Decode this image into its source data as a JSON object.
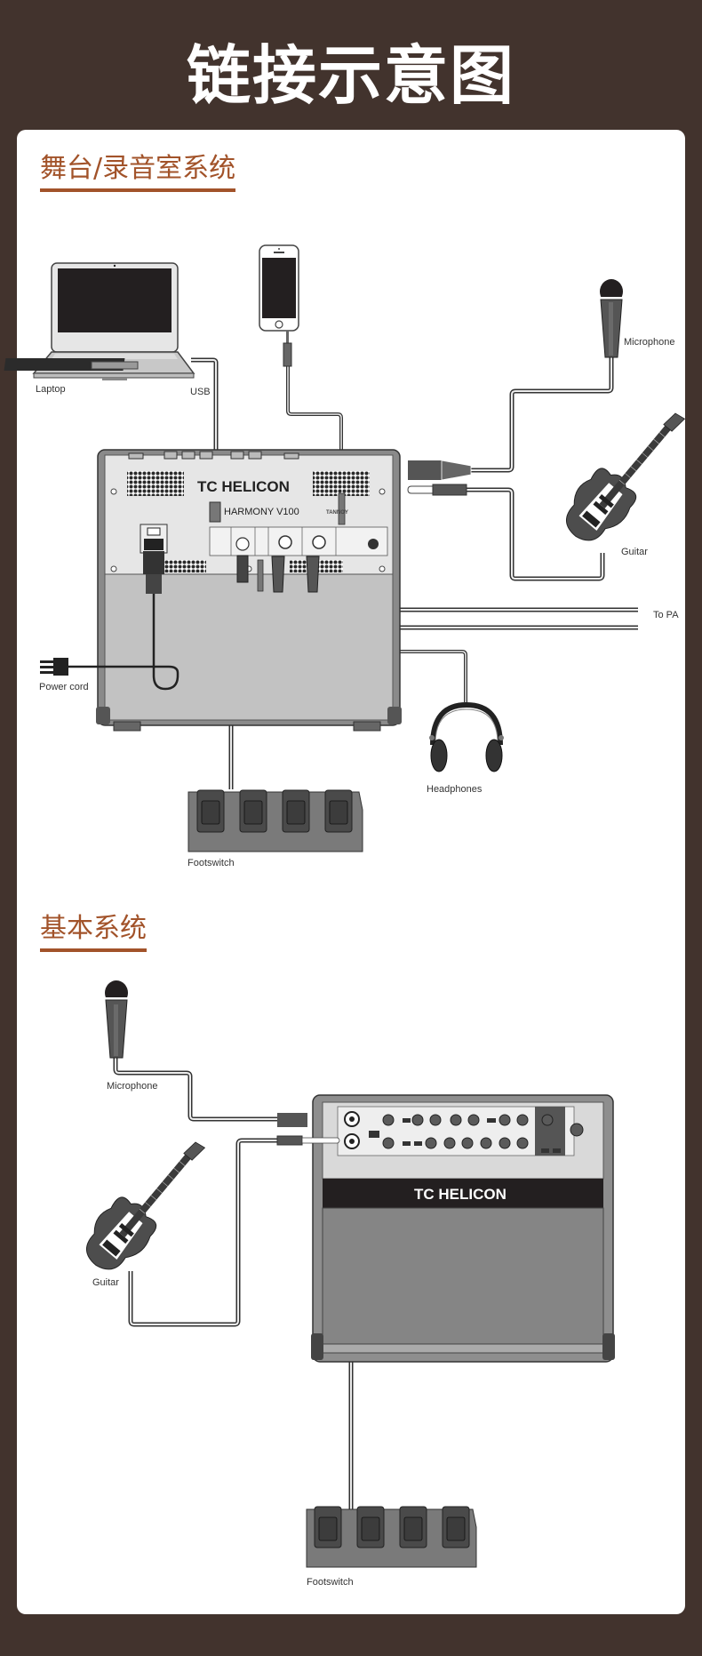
{
  "page": {
    "title": "链接示意图",
    "background_color": "#42332d",
    "accent_color": "#a2532a"
  },
  "sections": [
    {
      "id": "stage-studio",
      "title": "舞台/录音室系统",
      "device": {
        "brand": "TC HELICON",
        "model": "HARMONY V100",
        "view": "rear-panel",
        "speaker_brand": "TANNOY"
      },
      "labels": {
        "laptop": "Laptop",
        "usb": "USB",
        "microphone": "Microphone",
        "guitar": "Guitar",
        "to_pa": "To PA",
        "power_cord": "Power cord",
        "headphones": "Headphones",
        "footswitch": "Footswitch"
      }
    },
    {
      "id": "basic",
      "title": "基本系统",
      "device": {
        "brand": "TC HELICON",
        "view": "front-panel"
      },
      "labels": {
        "microphone": "Microphone",
        "guitar": "Guitar",
        "footswitch": "Footswitch"
      }
    }
  ]
}
